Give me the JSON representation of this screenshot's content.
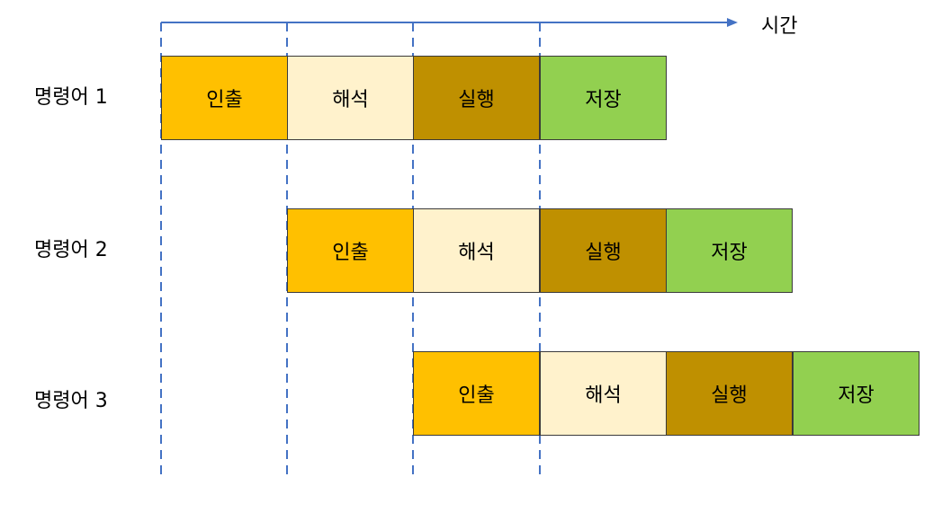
{
  "time_axis_label": "시간",
  "colors": {
    "fetch": "#ffc000",
    "decode": "#fff2cc",
    "execute": "#bf9000",
    "store": "#92d050",
    "axis": "#4472c4"
  },
  "instructions": [
    {
      "label": "명령어 1",
      "stages": [
        {
          "name": "인출",
          "kind": "fetch"
        },
        {
          "name": "해석",
          "kind": "decode"
        },
        {
          "name": "실행",
          "kind": "execute"
        },
        {
          "name": "저장",
          "kind": "store"
        }
      ]
    },
    {
      "label": "명령어 2",
      "stages": [
        {
          "name": "인출",
          "kind": "fetch"
        },
        {
          "name": "해석",
          "kind": "decode"
        },
        {
          "name": "실행",
          "kind": "execute"
        },
        {
          "name": "저장",
          "kind": "store"
        }
      ]
    },
    {
      "label": "명령어 3",
      "stages": [
        {
          "name": "인출",
          "kind": "fetch"
        },
        {
          "name": "해석",
          "kind": "decode"
        },
        {
          "name": "실행",
          "kind": "execute"
        },
        {
          "name": "저장",
          "kind": "store"
        }
      ]
    }
  ]
}
